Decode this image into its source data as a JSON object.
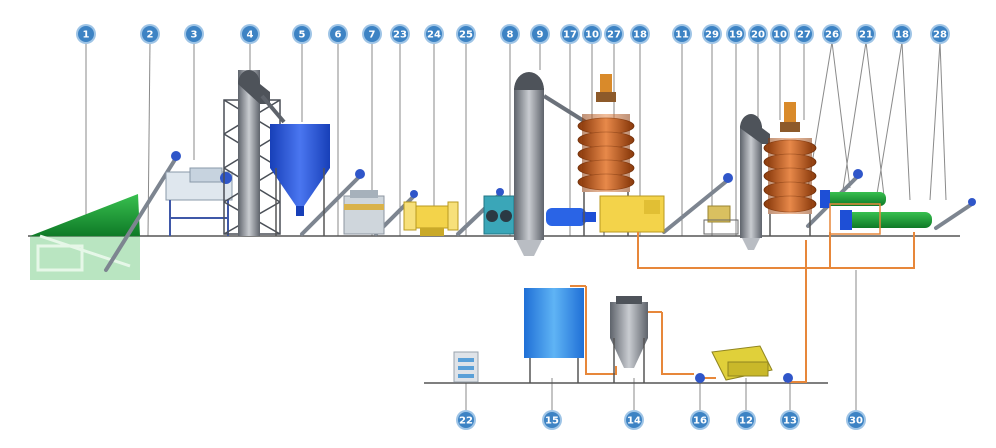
{
  "top_markers": [
    "1",
    "2",
    "3",
    "4",
    "5",
    "6",
    "7",
    "23",
    "24",
    "25",
    "8",
    "9",
    "17",
    "10",
    "27",
    "18",
    "11",
    "29",
    "19",
    "20",
    "10",
    "27",
    "26",
    "21",
    "18",
    "28"
  ],
  "bottom_markers": [
    "22",
    "15",
    "14",
    "16",
    "12",
    "13",
    "30"
  ],
  "colors": {
    "marker_fill": "#3d83c4",
    "marker_ring": "#9ec4e6",
    "ground": "#555555",
    "pipe": "#e7873a",
    "green_equipment": "#1f9e3a",
    "blue_equipment": "#1e4fd6",
    "oil_press": "#c8641c",
    "grey_equipment": "#7a7f88",
    "yellow_equipment": "#f3d34a"
  }
}
